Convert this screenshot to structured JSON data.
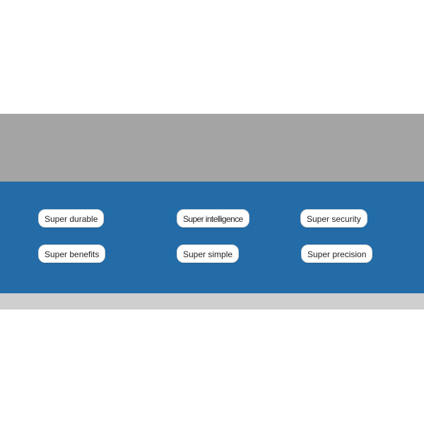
{
  "colors": {
    "gray_band": "#a4a4a4",
    "blue_panel": "#236ca8",
    "light_strip": "#cfcfcf",
    "pill_background": "#ffffff"
  },
  "features": {
    "row1": [
      {
        "label": "Super durable"
      },
      {
        "label": "Super intelligence"
      },
      {
        "label": "Super security"
      }
    ],
    "row2": [
      {
        "label": "Super benefits"
      },
      {
        "label": "Super simple"
      },
      {
        "label": "Super precision"
      }
    ]
  }
}
